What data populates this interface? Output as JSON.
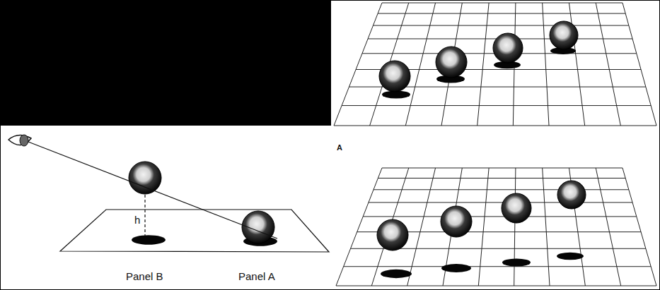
{
  "diagram": {
    "labels": [
      "A",
      "h",
      "Panel B",
      "Panel A"
    ]
  }
}
